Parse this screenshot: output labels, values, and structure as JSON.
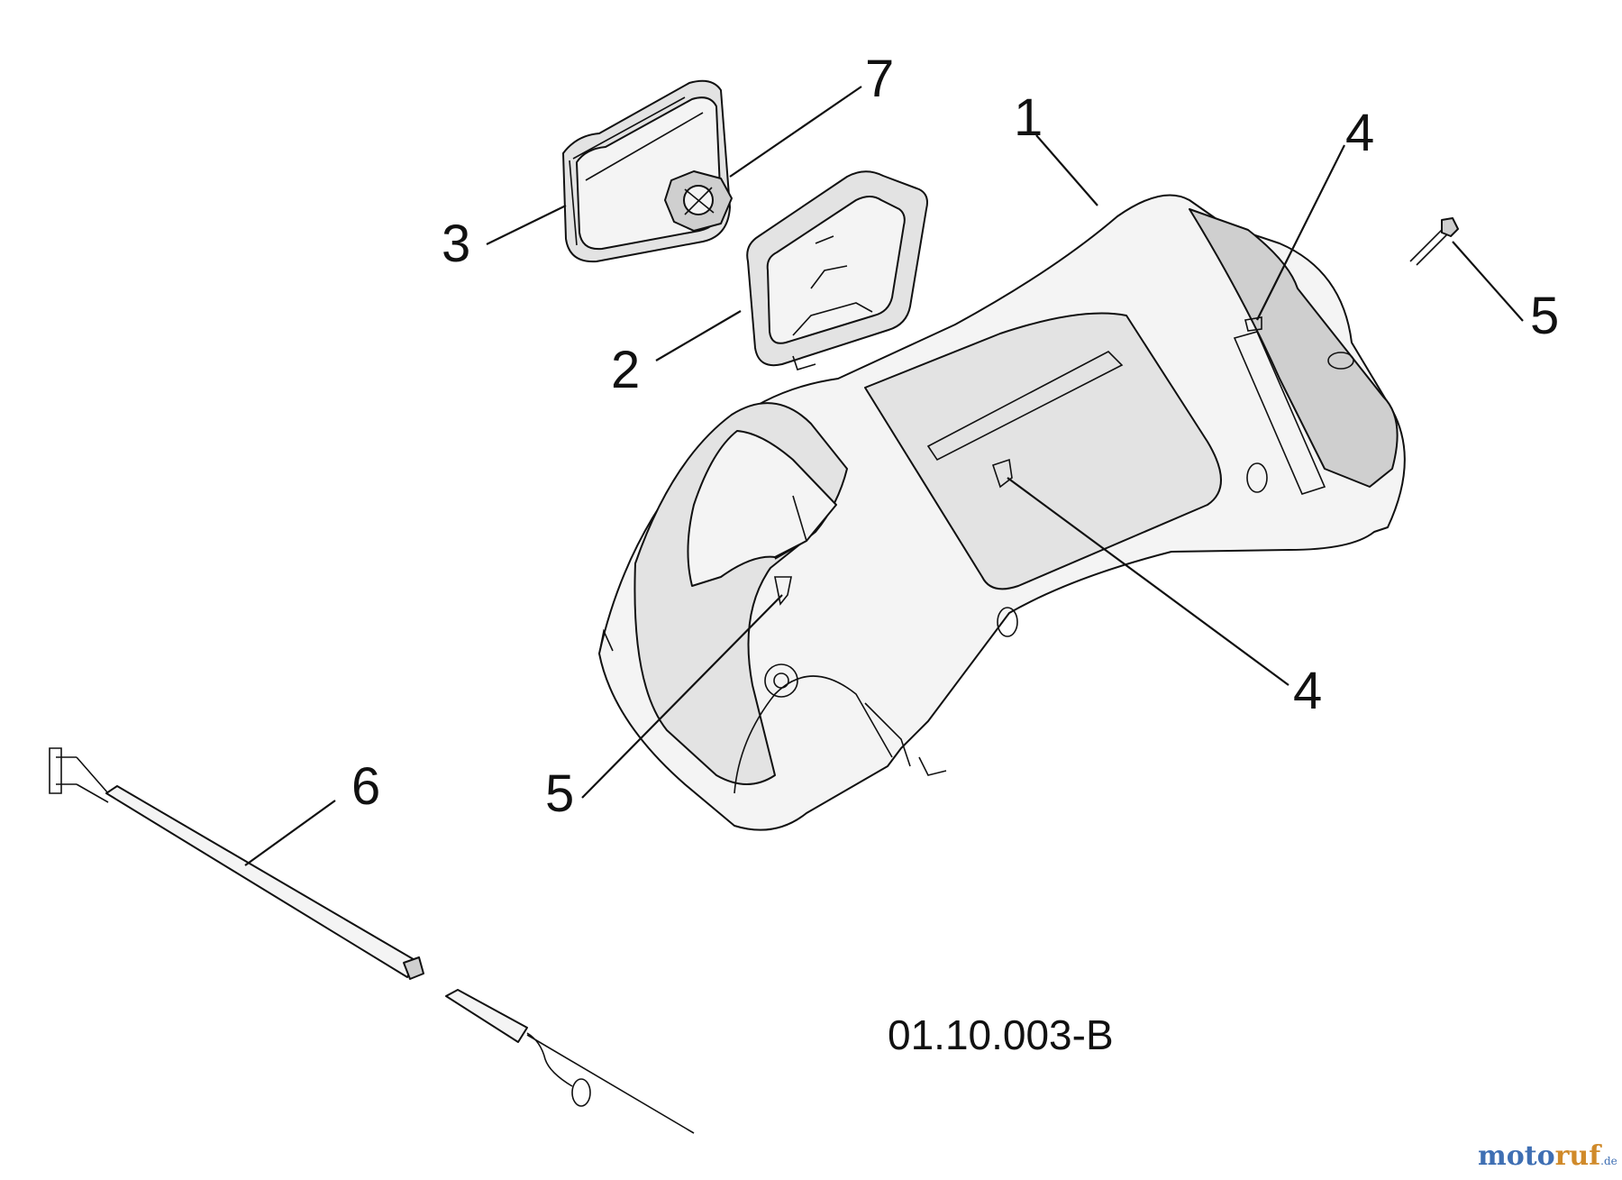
{
  "diagram_code": "01.10.003-B",
  "callouts": {
    "c1": "1",
    "c2": "2",
    "c3": "3",
    "c4a": "4",
    "c4b": "4",
    "c5a": "5",
    "c5b": "5",
    "c6": "6",
    "c7": "7"
  },
  "watermark": {
    "part1": "moto",
    "part2": "ruf",
    "suffix": ".de"
  }
}
